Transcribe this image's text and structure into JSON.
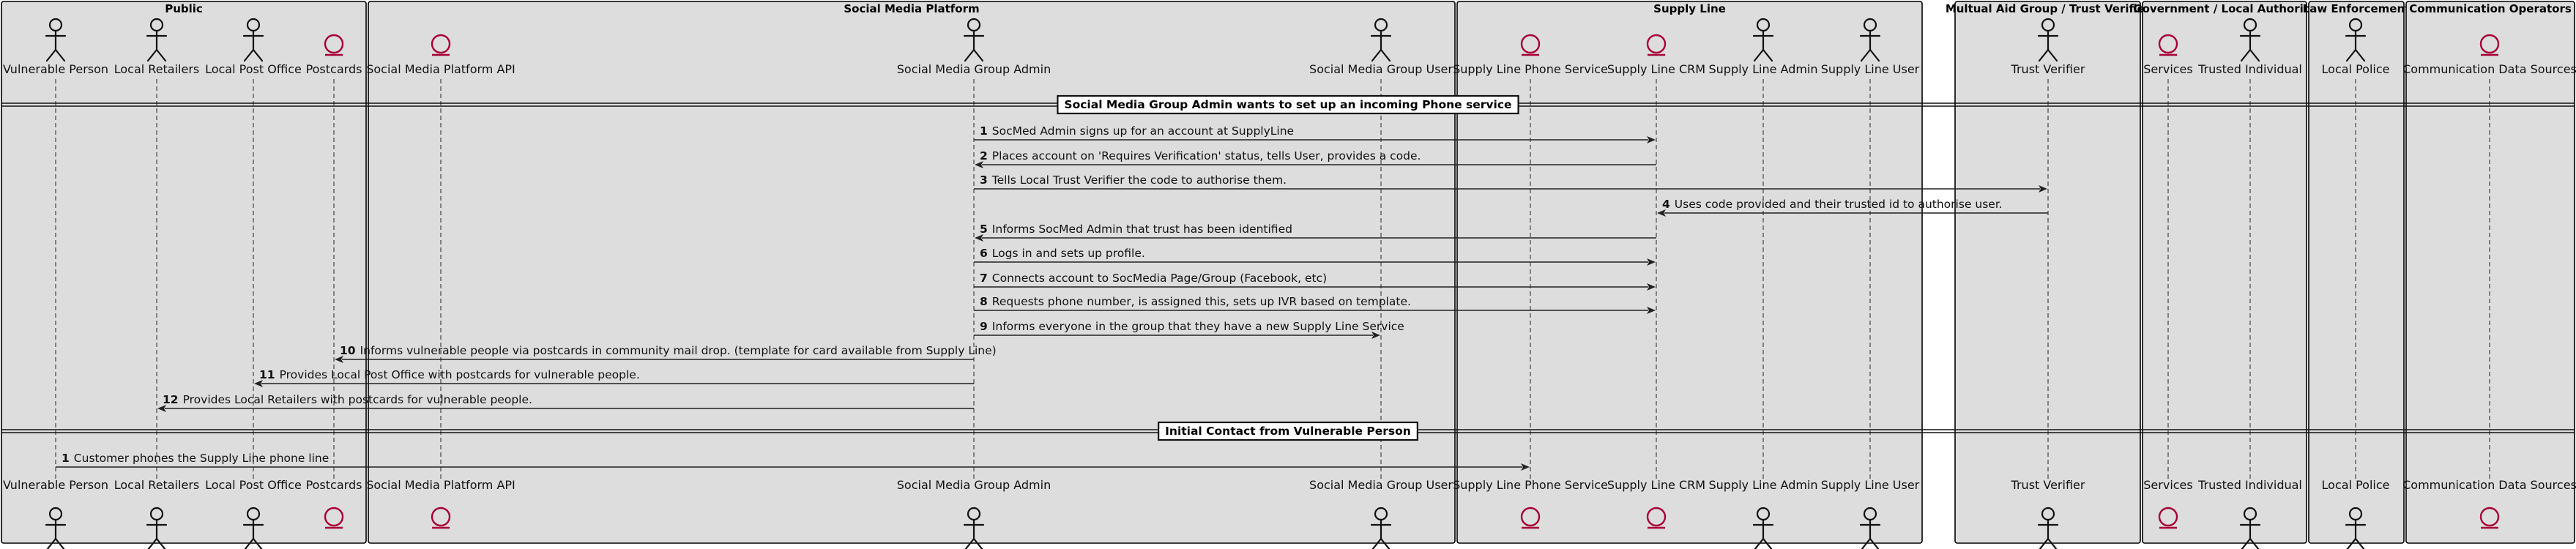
{
  "boxes": [
    {
      "id": "public",
      "title": "Public"
    },
    {
      "id": "social",
      "title": "Social Media Platform"
    },
    {
      "id": "supply",
      "title": "Supply Line"
    },
    {
      "id": "mutual",
      "title": "Multual Aid Group / Trust Verifier"
    },
    {
      "id": "gov",
      "title": "Government / Local Authority"
    },
    {
      "id": "law",
      "title": "Law Enforcement"
    },
    {
      "id": "comms",
      "title": "Communication Operators"
    }
  ],
  "participants": [
    {
      "id": "vp",
      "label": "Vulnerable Person",
      "kind": "actor"
    },
    {
      "id": "lr",
      "label": "Local Retailers",
      "kind": "actor"
    },
    {
      "id": "lpo",
      "label": "Local Post Office",
      "kind": "actor"
    },
    {
      "id": "pc",
      "label": "Postcards",
      "kind": "entity"
    },
    {
      "id": "smapi",
      "label": "Social Media Platform API",
      "kind": "entity"
    },
    {
      "id": "smga",
      "label": "Social Media Group Admin",
      "kind": "actor"
    },
    {
      "id": "smgu",
      "label": "Social Media Group User",
      "kind": "actor"
    },
    {
      "id": "slps",
      "label": "Supply Line Phone Service",
      "kind": "entity"
    },
    {
      "id": "slcrm",
      "label": "Supply Line CRM",
      "kind": "entity"
    },
    {
      "id": "sla",
      "label": "Supply Line Admin",
      "kind": "actor"
    },
    {
      "id": "slu",
      "label": "Supply Line User",
      "kind": "actor"
    },
    {
      "id": "tv",
      "label": "Trust Verifier",
      "kind": "actor"
    },
    {
      "id": "svc",
      "label": "Services",
      "kind": "entity"
    },
    {
      "id": "ti",
      "label": "Trusted Individual",
      "kind": "actor"
    },
    {
      "id": "police",
      "label": "Local Police",
      "kind": "actor"
    },
    {
      "id": "cds",
      "label": "Communication Data Sources",
      "kind": "entity"
    }
  ],
  "dividers": [
    {
      "id": "d1",
      "text": "Social Media Group Admin wants to set up an incoming Phone service"
    },
    {
      "id": "d2",
      "text": "Initial Contact from Vulnerable Person"
    }
  ],
  "messages": [
    {
      "num": "1",
      "from": "smga",
      "to": "slcrm",
      "text": "SocMed Admin signs up for an account at SupplyLine"
    },
    {
      "num": "2",
      "from": "slcrm",
      "to": "smga",
      "text": "Places account on 'Requires Verification' status, tells User, provides a code."
    },
    {
      "num": "3",
      "from": "smga",
      "to": "tv",
      "text": "Tells Local Trust Verifier the code to authorise them."
    },
    {
      "num": "4",
      "from": "tv",
      "to": "slcrm",
      "text": "Uses code provided and their trusted id to authorise user."
    },
    {
      "num": "5",
      "from": "slcrm",
      "to": "smga",
      "text": "Informs SocMed Admin that trust has been identified"
    },
    {
      "num": "6",
      "from": "smga",
      "to": "slcrm",
      "text": "Logs in and sets up profile."
    },
    {
      "num": "7",
      "from": "smga",
      "to": "slcrm",
      "text": "Connects account to SocMedia Page/Group (Facebook, etc)"
    },
    {
      "num": "8",
      "from": "smga",
      "to": "slcrm",
      "text": "Requests phone number, is assigned this, sets up IVR based on template."
    },
    {
      "num": "9",
      "from": "smga",
      "to": "smgu",
      "text": "Informs everyone in the group that they have a new Supply Line Service"
    },
    {
      "num": "10",
      "from": "smga",
      "to": "pc",
      "text": "Informs vulnerable people via postcards in community mail drop. (template for card available from Supply Line)"
    },
    {
      "num": "11",
      "from": "smga",
      "to": "lpo",
      "text": "Provides Local Post Office with postcards for vulnerable people."
    },
    {
      "num": "12",
      "from": "smga",
      "to": "lr",
      "text": "Provides Local Retailers with postcards for vulnerable people."
    },
    {
      "num": "1",
      "from": "vp",
      "to": "slps",
      "text": "Customer phones the Supply Line phone line"
    }
  ]
}
